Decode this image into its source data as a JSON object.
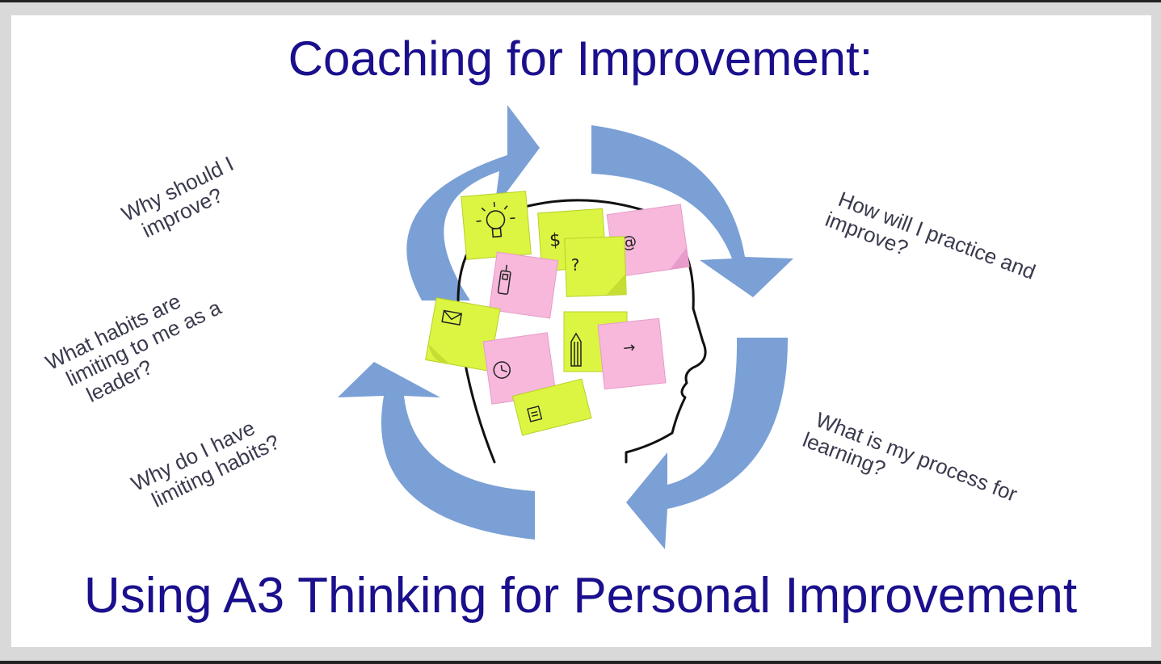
{
  "title": "Coaching for Improvement:",
  "subtitle": "Using A3 Thinking for Personal Improvement",
  "questions": {
    "q1": [
      "Why should I",
      "improve?"
    ],
    "q2": [
      "What habits are",
      "limiting to me as a",
      "leader?"
    ],
    "q3": [
      "Why do I have",
      "limiting habits?"
    ],
    "q4": [
      "How will I practice and",
      "improve?"
    ],
    "q5": [
      "What is my process for",
      "learning?"
    ]
  },
  "sticky_notes": [
    {
      "color": "yellow-green",
      "icon": "lightbulb-icon",
      "glyph": ""
    },
    {
      "color": "yellow-green",
      "icon": "dollar-icon",
      "glyph": "$"
    },
    {
      "color": "pink",
      "icon": "at-sign-icon",
      "glyph": "@"
    },
    {
      "color": "yellow-green",
      "icon": "question-icon",
      "glyph": "?"
    },
    {
      "color": "pink",
      "icon": "phone-icon",
      "glyph": ""
    },
    {
      "color": "yellow-green",
      "icon": "envelope-icon",
      "glyph": ""
    },
    {
      "color": "pink",
      "icon": "clock-icon",
      "glyph": ""
    },
    {
      "color": "yellow-green",
      "icon": "pencil-icon",
      "glyph": ""
    },
    {
      "color": "pink",
      "icon": "arrow-right-icon",
      "glyph": "→"
    },
    {
      "color": "yellow-green",
      "icon": "note-icon",
      "glyph": ""
    }
  ],
  "colors": {
    "title": "#1a0f8c",
    "arrow": "#7aa0d6",
    "note_yellow": "#dcf542",
    "note_pink": "#f7b8dc",
    "text": "#3a3a4e"
  }
}
